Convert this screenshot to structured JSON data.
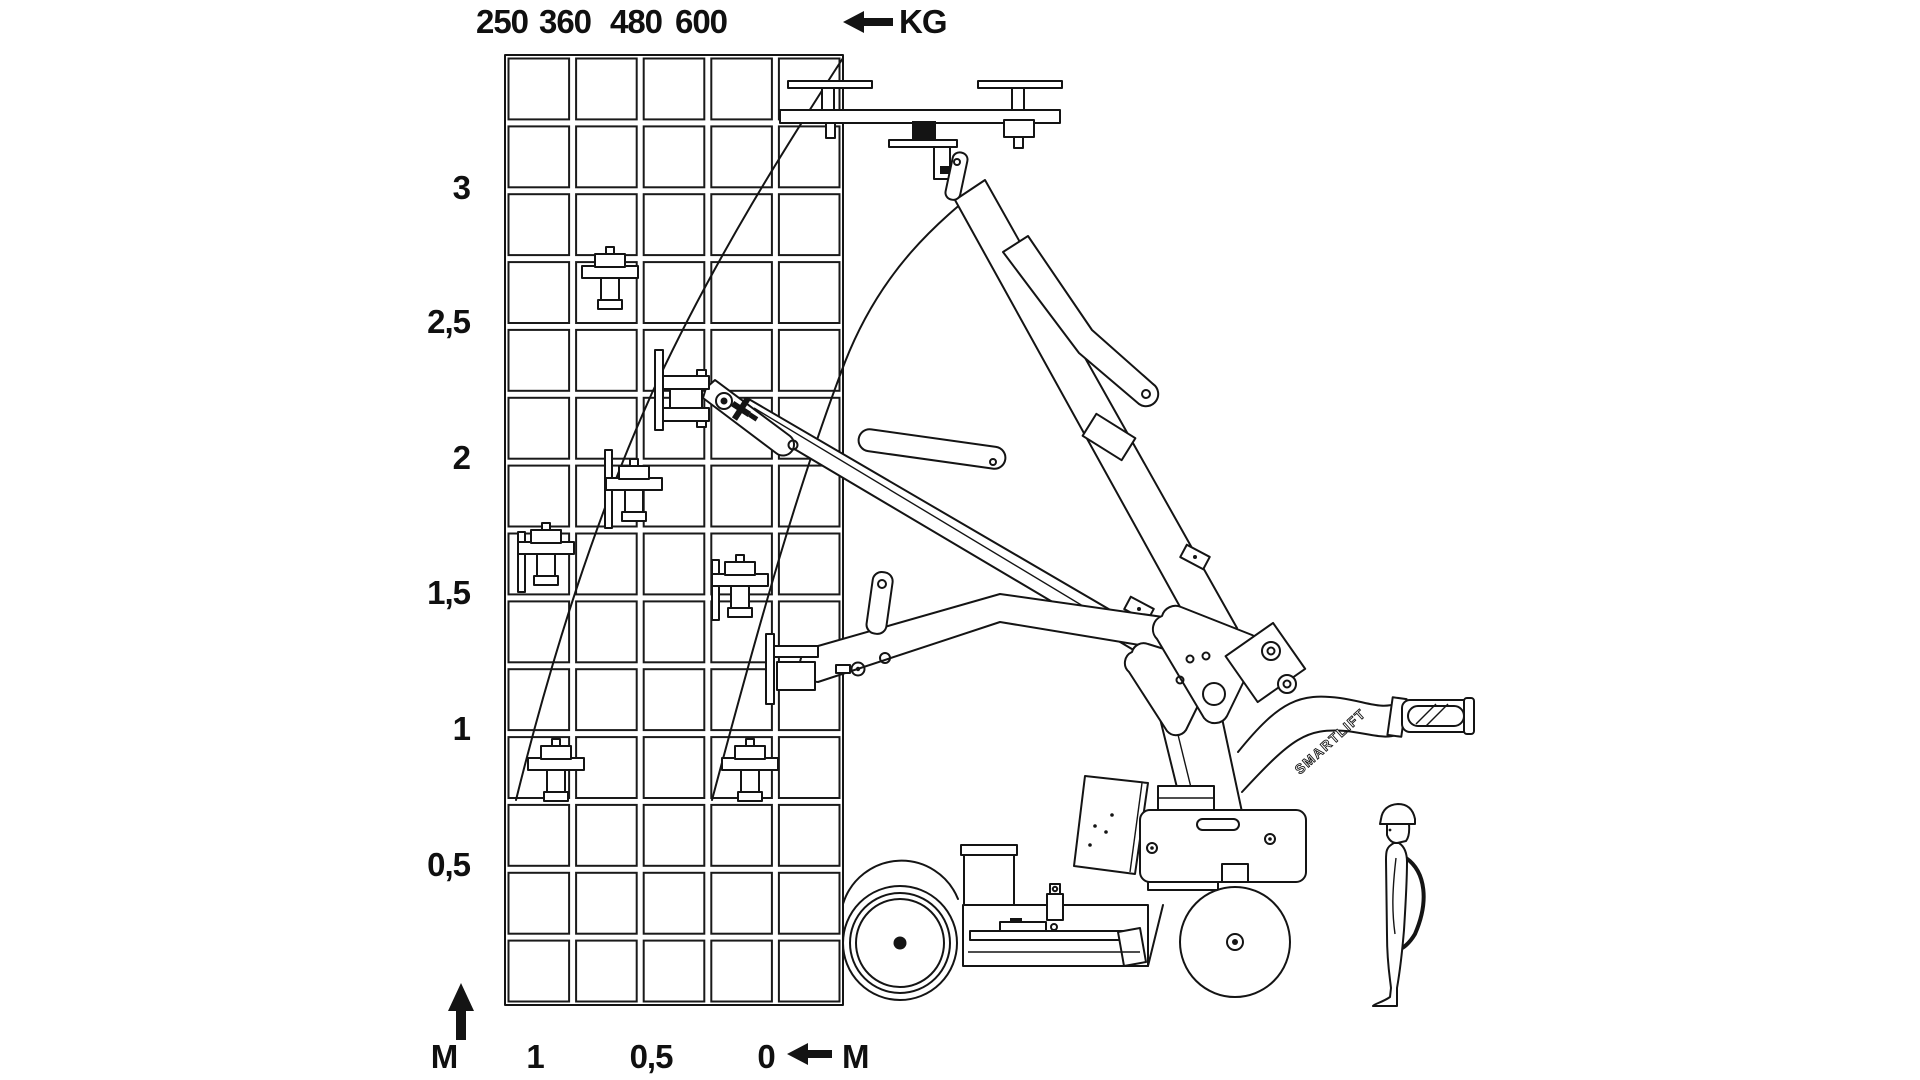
{
  "diagram": {
    "title_hint": "SmartLift load capacity and reach diagram",
    "kg_axis": {
      "labels": [
        "250",
        "360",
        "480",
        "600"
      ],
      "unit": "KG"
    },
    "height_axis": {
      "labels": [
        "3",
        "2,5",
        "2",
        "1,5",
        "1",
        "0,5"
      ],
      "unit": "M"
    },
    "distance_axis": {
      "labels": [
        "1",
        "0,5",
        "0"
      ],
      "unit": "M"
    },
    "brand": "SMARTLIFT",
    "grid": {
      "cols": 5,
      "rows": 14
    },
    "line_color": "#141414",
    "background_color": "#ffffff"
  }
}
